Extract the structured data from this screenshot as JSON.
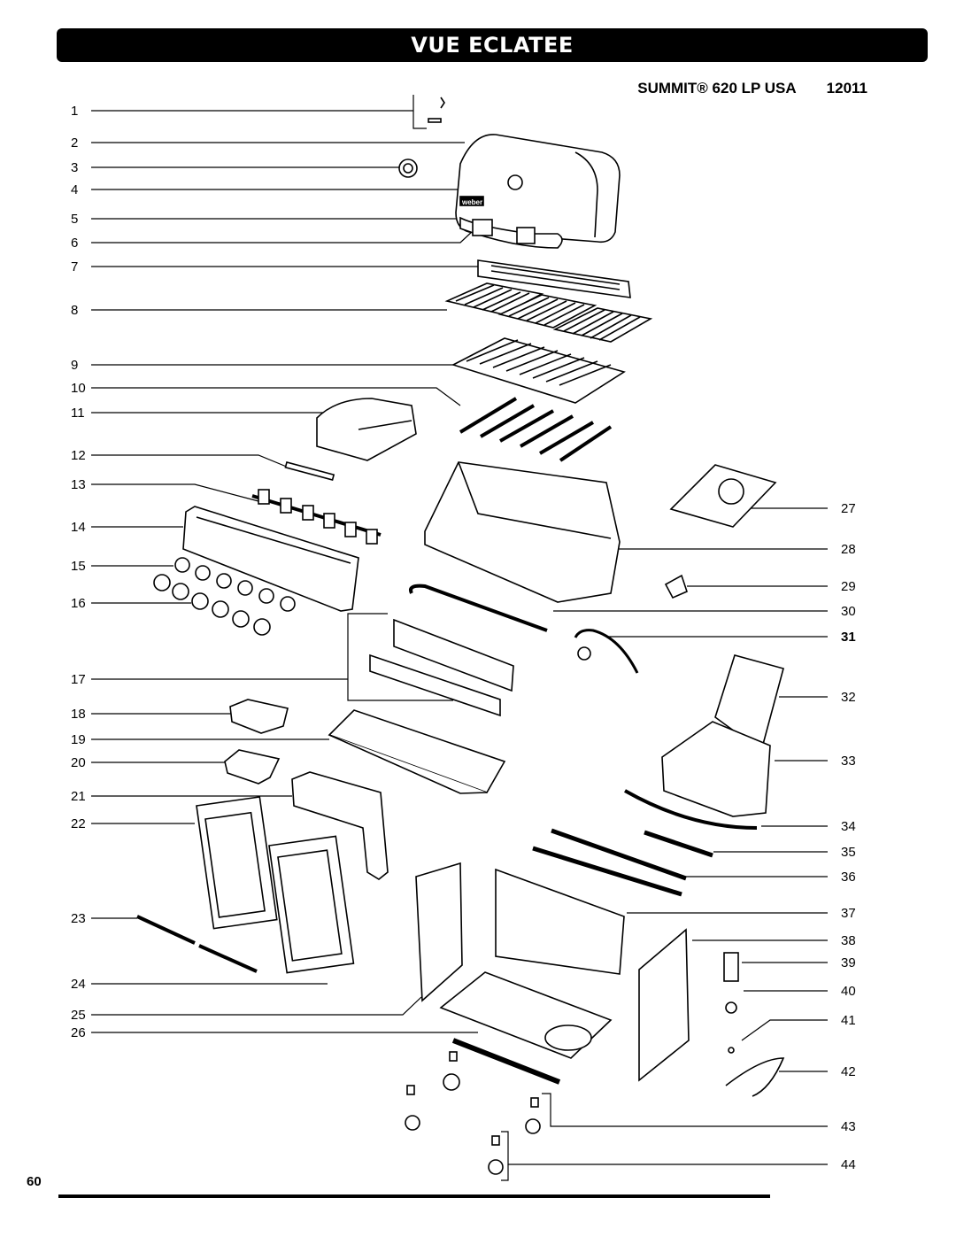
{
  "header": {
    "title": "VUE ECLATEE",
    "model_name": "SUMMIT® 620 LP USA",
    "model_code": "12011"
  },
  "callouts": {
    "left": [
      "1",
      "2",
      "3",
      "4",
      "5",
      "6",
      "7",
      "8",
      "9",
      "10",
      "11",
      "12",
      "13",
      "14",
      "15",
      "16",
      "17",
      "18",
      "19",
      "20",
      "21",
      "22",
      "23",
      "24",
      "25",
      "26"
    ],
    "right": [
      "27",
      "28",
      "29",
      "30",
      "31",
      "32",
      "33",
      "34",
      "35",
      "36",
      "37",
      "38",
      "39",
      "40",
      "41",
      "42",
      "43",
      "44"
    ]
  },
  "brand_mark": "weber",
  "footer": {
    "page_number": "60"
  }
}
